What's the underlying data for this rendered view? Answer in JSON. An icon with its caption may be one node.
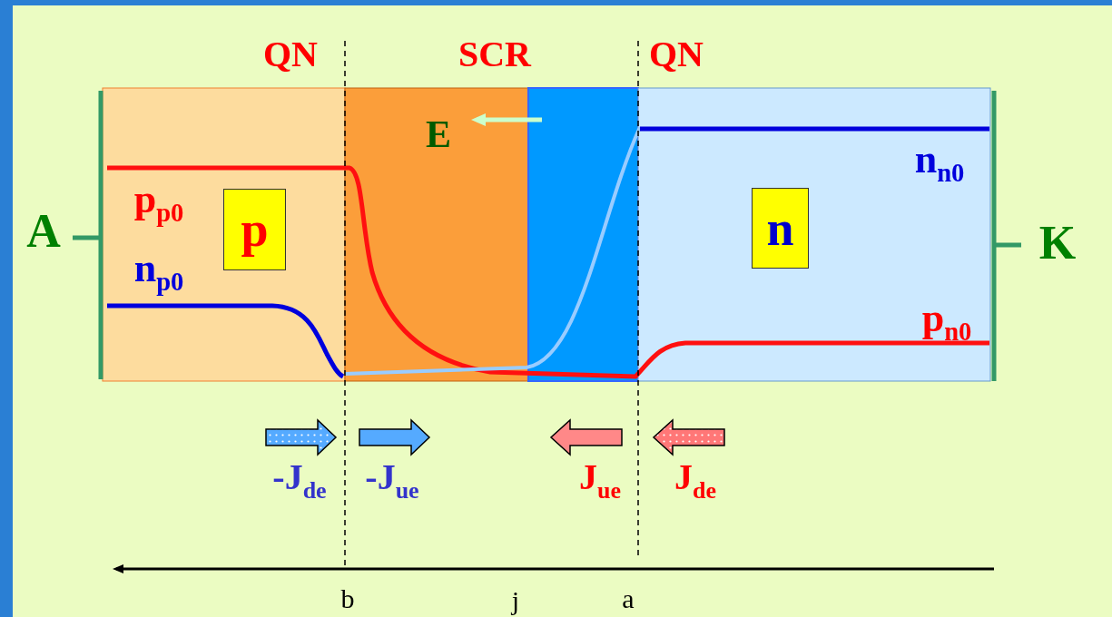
{
  "diagram": {
    "nodes": [
      {
        "text": [
          "p"
        ]
      },
      {
        "text": [
          "n"
        ]
      }
    ],
    "edges": [],
    "labels": [
      "QN",
      "SCR",
      "QN",
      "E",
      "A",
      "p$_{p0}$",
      "n$_{n0}$",
      "K",
      "n$_{p0}$",
      "p$_{n0}$",
      "-J$_{de}$",
      "-J$_{ue}$",
      "J$_{ue}$",
      "J$_{de}$",
      "b",
      "j",
      "a"
    ]
  }
}
